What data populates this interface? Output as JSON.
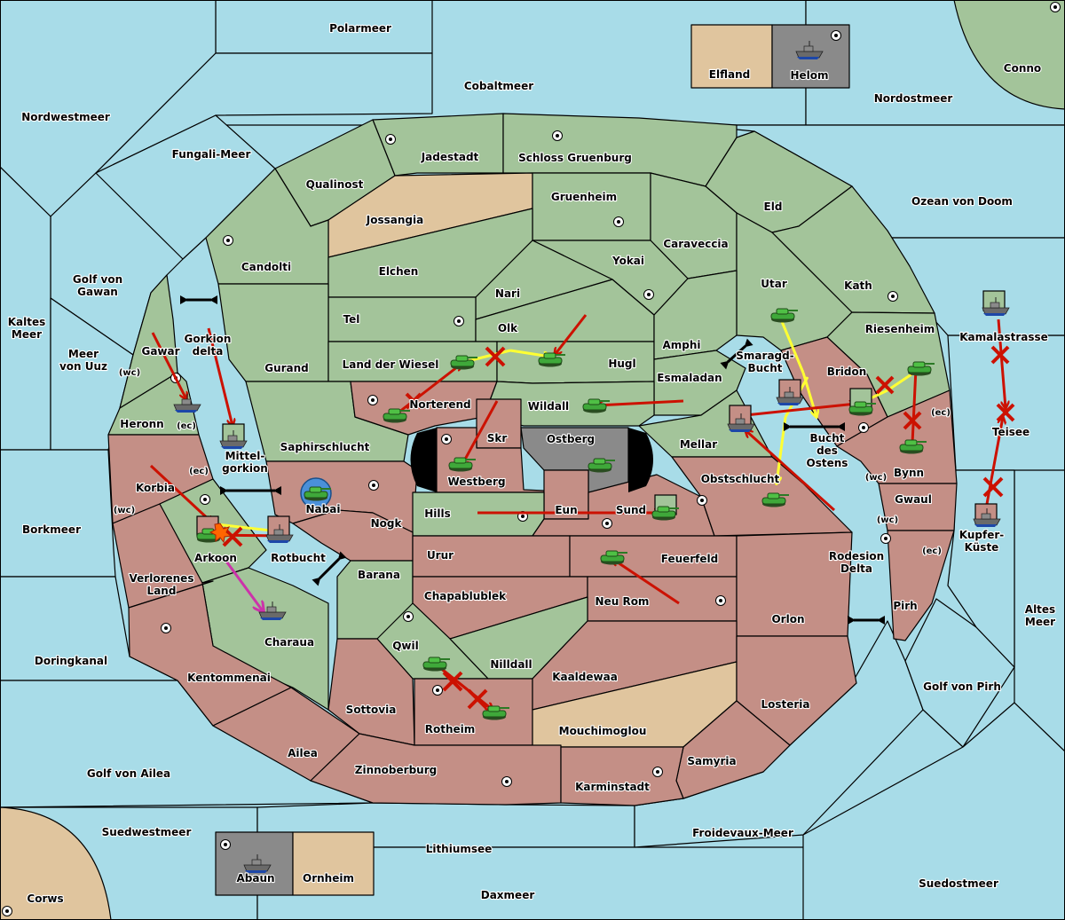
{
  "map": {
    "colors": {
      "sea": "#a8dce8",
      "neutral_land": "#a3c49a",
      "power_red": "#c48f86",
      "power_tan": "#e0c59e",
      "power_grey": "#8a8a8a",
      "order_move": "#cc1100",
      "order_support": "#ffff33",
      "order_retreat": "#cc33aa",
      "unit_army": "#3fa83a",
      "unit_fleet": "#6a6a6a"
    },
    "labels": {
      "polarmeer": "Polarmeer",
      "cobaltmeer": "Cobaltmeer",
      "nordwestmeer": "Nordwestmeer",
      "fungali_meer": "Fungali-Meer",
      "elfland": "Elfland",
      "helom": "Helom",
      "conno": "Conno",
      "nordostmeer": "Nordostmeer",
      "ozean_von_doom": "Ozean von Doom",
      "jadestadt": "Jadestadt",
      "schloss_gruenburg": "Schloss Gruenburg",
      "qualinost": "Qualinost",
      "gruenheim": "Gruenheim",
      "eld": "Eld",
      "jossangia": "Jossangia",
      "candolti": "Candolti",
      "caraveccia": "Caraveccia",
      "elchen": "Elchen",
      "yokai": "Yokai",
      "golf_von_gawan": "Golf von\nGawan",
      "utar": "Utar",
      "kath": "Kath",
      "nari": "Nari",
      "tel": "Tel",
      "olk": "Olk",
      "kaltes_meer": "Kaltes\nMeer",
      "riesenheim": "Riesenheim",
      "kamalastrasse": "Kamalastrasse",
      "gawar": "Gawar",
      "gorkion_delta": "Gorkion\ndelta",
      "amphi": "Amphi",
      "meer_von_uuz": "Meer\nvon Uuz",
      "land_der_wiesel": "Land der Wiesel",
      "hugl": "Hugl",
      "smaragd_bucht": "Smaragd-\nBucht",
      "gurand": "Gurand",
      "bridon": "Bridon",
      "esmaladan": "Esmaladan",
      "norterend": "Norterend",
      "wildall": "Wildall",
      "heronn": "Heronn",
      "teisee": "Teisee",
      "skr": "Skr",
      "ostberg": "Ostberg",
      "mellar": "Mellar",
      "saphirschlucht": "Saphirschlucht",
      "bucht_des_ostens": "Bucht\ndes\nOstens",
      "mittelgorkion": "Mittel-\ngorkion",
      "westberg": "Westberg",
      "bynn": "Bynn",
      "korbia": "Korbia",
      "obstschlucht": "Obstschlucht",
      "nabai": "Nabai",
      "gwaul": "Gwaul",
      "hills": "Hills",
      "eun": "Eun",
      "sund": "Sund",
      "kupfer_kueste": "Kupfer-\nKüste",
      "nogk": "Nogk",
      "borkmeer": "Borkmeer",
      "arkoon": "Arkoon",
      "rotbucht": "Rotbucht",
      "urur": "Urur",
      "feuerfeld": "Feuerfeld",
      "rodesion_delta": "Rodesion\nDelta",
      "verlorenes_land": "Verlorenes\nLand",
      "barana": "Barana",
      "chapablublek": "Chapablublek",
      "neu_rom": "Neu Rom",
      "pirh": "Pirh",
      "altes_meer": "Altes\nMeer",
      "orlon": "Orlon",
      "charaua": "Charaua",
      "qwil": "Qwil",
      "nilldall": "Nilldall",
      "doringkanal": "Doringkanal",
      "kaaldewaa": "Kaaldewaa",
      "kentommenai": "Kentommenai",
      "golf_von_pirh": "Golf von Pirh",
      "sottovia": "Sottovia",
      "losteria": "Losteria",
      "rotheim": "Rotheim",
      "mouchimoglou": "Mouchimoglou",
      "ailea": "Ailea",
      "samyria": "Samyria",
      "golf_von_ailea": "Golf von Ailea",
      "zinnoberburg": "Zinnoberburg",
      "karminstadt": "Karminstadt",
      "suedwestmeer": "Suedwestmeer",
      "froidevaux_meer": "Froidevaux-Meer",
      "lithiumsee": "Lithiumsee",
      "abaun": "Abaun",
      "ornheim": "Ornheim",
      "suedostmeer": "Suedostmeer",
      "daxmeer": "Daxmeer",
      "corws": "Corws"
    },
    "coast_markers": {
      "wc": "(wc)",
      "ec": "(ec)"
    },
    "units": [
      {
        "type": "fleet",
        "province": "Helom"
      },
      {
        "type": "fleet",
        "province": "Abaun"
      },
      {
        "type": "army",
        "province": "Land der Wiesel"
      },
      {
        "type": "army",
        "province": "Hugl"
      },
      {
        "type": "army",
        "province": "Norterend"
      },
      {
        "type": "army",
        "province": "Wildall"
      },
      {
        "type": "army",
        "province": "Westberg"
      },
      {
        "type": "army",
        "province": "Ostberg"
      },
      {
        "type": "army",
        "province": "Nabai",
        "state": "highlighted"
      },
      {
        "type": "army",
        "province": "Utar"
      },
      {
        "type": "army",
        "province": "Bridon"
      },
      {
        "type": "army",
        "province": "Riesenheim"
      },
      {
        "type": "army",
        "province": "Bynn"
      },
      {
        "type": "army",
        "province": "Obstschlucht"
      },
      {
        "type": "army",
        "province": "Sund"
      },
      {
        "type": "army",
        "province": "Feuerfeld"
      },
      {
        "type": "army",
        "province": "Qwil"
      },
      {
        "type": "army",
        "province": "Rotheim"
      },
      {
        "type": "army",
        "province": "Arkoon",
        "state": "dislodged"
      },
      {
        "type": "fleet",
        "province": "Gawar (ec)"
      },
      {
        "type": "fleet",
        "province": "Mittelgorkion"
      },
      {
        "type": "fleet",
        "province": "Rotbucht"
      },
      {
        "type": "fleet",
        "province": "Charaua",
        "state": "retreat"
      },
      {
        "type": "fleet",
        "province": "Smaragd-Bucht"
      },
      {
        "type": "fleet",
        "province": "Bucht des Ostens"
      },
      {
        "type": "fleet",
        "province": "Kamalastrasse"
      },
      {
        "type": "fleet",
        "province": "Kupfer-Küste"
      }
    ],
    "orders": [
      {
        "kind": "move",
        "from": "Norterend",
        "to": "Land der Wiesel",
        "failed": true
      },
      {
        "kind": "support",
        "from": "Land der Wiesel",
        "to": "Hugl",
        "failed": true
      },
      {
        "kind": "move",
        "from": "Olk",
        "to": "Hugl"
      },
      {
        "kind": "move",
        "from": "Esmaladan",
        "to": "Wildall"
      },
      {
        "kind": "move",
        "from": "Skr",
        "to": "Westberg"
      },
      {
        "kind": "move",
        "from": "Hills",
        "to": "Sund"
      },
      {
        "kind": "move",
        "from": "Neu Rom",
        "to": "Feuerfeld"
      },
      {
        "kind": "move",
        "from": "Qwil",
        "to": "Rotheim",
        "failed": true
      },
      {
        "kind": "move",
        "from": "Rotheim",
        "to": "Qwil",
        "failed": true
      },
      {
        "kind": "support",
        "from": "Utar",
        "to": "Obstschlucht"
      },
      {
        "kind": "move",
        "from": "Smaragd-Bucht",
        "to": "Bridon"
      },
      {
        "kind": "move",
        "from": "Bynn",
        "to": "Riesenheim",
        "failed": true
      },
      {
        "kind": "support",
        "from": "Riesenheim",
        "to": "Bridon",
        "failed": true
      },
      {
        "kind": "move",
        "from": "Obstschlucht",
        "to": "Bucht des Ostens"
      },
      {
        "kind": "move",
        "from": "Kamalastrasse",
        "to": "Teisee",
        "failed": true
      },
      {
        "kind": "move",
        "from": "Kupfer-Küste",
        "to": "Teisee",
        "failed": true
      },
      {
        "kind": "move",
        "from": "Gawar",
        "to": "Gawar (ec)"
      },
      {
        "kind": "move",
        "from": "Gorkion delta",
        "to": "Mittelgorkion"
      },
      {
        "kind": "move",
        "from": "Korbia",
        "to": "Arkoon"
      },
      {
        "kind": "move",
        "from": "Arkoon",
        "to": "Rotbucht",
        "failed": true
      },
      {
        "kind": "support",
        "from": "Rotbucht",
        "to": "Arkoon"
      },
      {
        "kind": "retreat",
        "from": "Arkoon",
        "to": "Charaua"
      }
    ]
  }
}
